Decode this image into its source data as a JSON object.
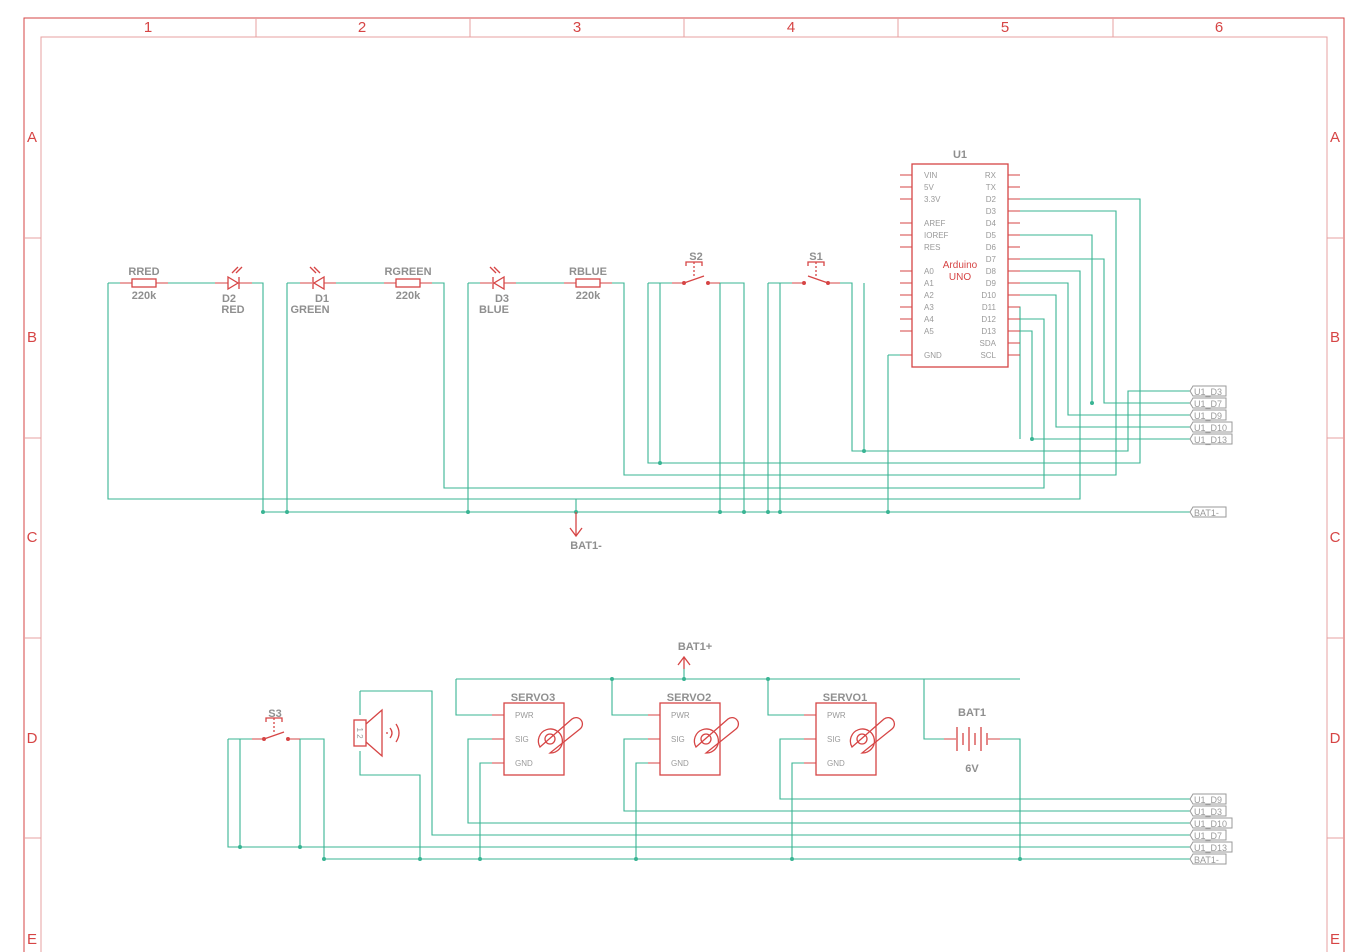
{
  "sheet": {
    "columns": [
      "1",
      "2",
      "3",
      "4",
      "5",
      "6"
    ],
    "rows": [
      "A",
      "B",
      "C",
      "D",
      "E"
    ]
  },
  "parts": {
    "rred": {
      "name": "RRED",
      "value": "220k"
    },
    "rgreen": {
      "name": "RGREEN",
      "value": "220k"
    },
    "rblue": {
      "name": "RBLUE",
      "value": "220k"
    },
    "d2": {
      "name": "D2",
      "value": "RED"
    },
    "d1": {
      "name": "D1",
      "value": "GREEN"
    },
    "d3": {
      "name": "D3",
      "value": "BLUE"
    },
    "s1": {
      "name": "S1"
    },
    "s2": {
      "name": "S2"
    },
    "s3": {
      "name": "S3"
    },
    "u1": {
      "name": "U1",
      "title1": "Arduino",
      "title2": "UNO",
      "left_pins": [
        "VIN",
        "5V",
        "3.3V",
        "AREF",
        "IOREF",
        "RES",
        "A0",
        "A1",
        "A2",
        "A3",
        "A4",
        "A5",
        "GND"
      ],
      "right_pins": [
        "RX",
        "TX",
        "D2",
        "D3",
        "D4",
        "D5",
        "D6",
        "D7",
        "D8",
        "D9",
        "D10",
        "D11",
        "D12",
        "D13",
        "SDA",
        "SCL"
      ]
    },
    "servo3": {
      "name": "SERVO3",
      "pins": [
        "PWR",
        "SIG",
        "GND"
      ]
    },
    "servo2": {
      "name": "SERVO2",
      "pins": [
        "PWR",
        "SIG",
        "GND"
      ]
    },
    "servo1": {
      "name": "SERVO1",
      "pins": [
        "PWR",
        "SIG",
        "GND"
      ]
    },
    "bat1": {
      "name": "BAT1",
      "value": "6V"
    },
    "speaker": {
      "pins": "1 2"
    }
  },
  "supplies": {
    "gnd_label": "BAT1-",
    "vcc_label": "BAT1+"
  },
  "net_labels_top": [
    "U1_D3",
    "U1_D7",
    "U1_D9",
    "U1_D10",
    "U1_D13",
    "BAT1-"
  ],
  "net_labels_bottom": [
    "U1_D9",
    "U1_D3",
    "U1_D10",
    "U1_D7",
    "U1_D13",
    "BAT1-"
  ]
}
